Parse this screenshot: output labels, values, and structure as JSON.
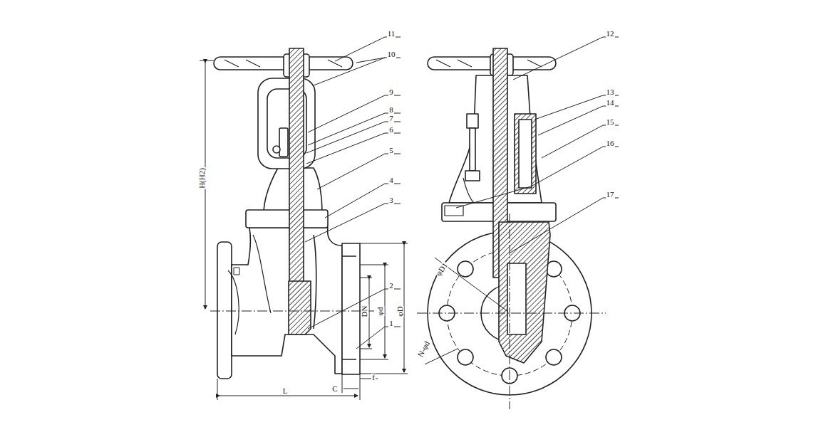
{
  "diagram": {
    "labels": [
      "11",
      "10",
      "9",
      "8",
      "7",
      "6",
      "5",
      "4",
      "3",
      "2",
      "1",
      "12",
      "13",
      "14",
      "15",
      "16",
      "17",
      "H(H2)",
      "DN",
      "φd",
      "φD",
      "L",
      "C",
      "f",
      "φD1",
      "N-φd"
    ]
  }
}
